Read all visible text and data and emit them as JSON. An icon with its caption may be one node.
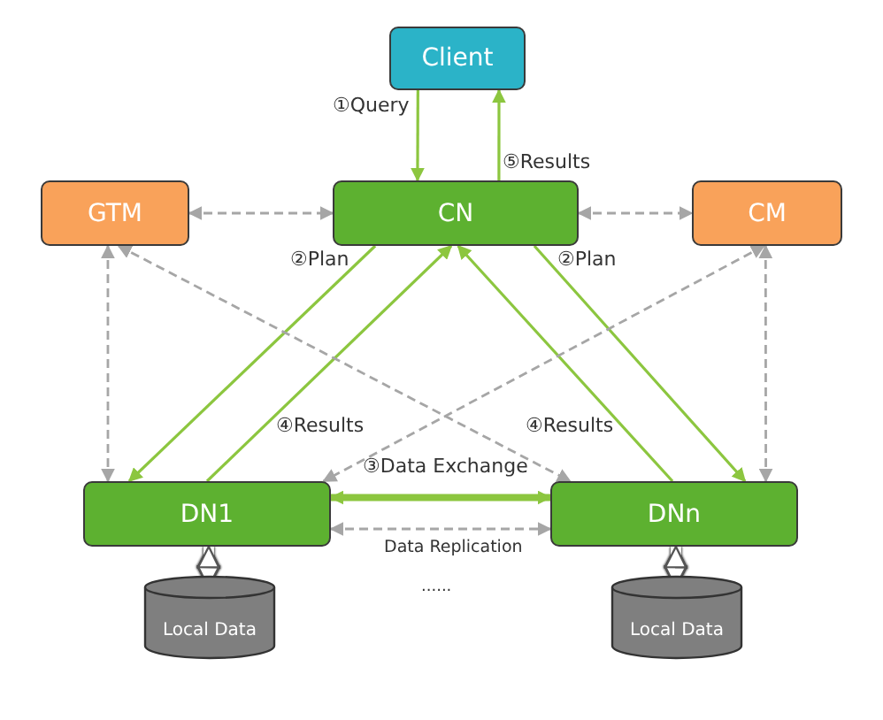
{
  "diagram": {
    "nodes": [
      {
        "text": [
          "Client"
        ]
      },
      {
        "text": [
          "GTM"
        ]
      },
      {
        "text": [
          "CN"
        ]
      },
      {
        "text": [
          "CM"
        ]
      },
      {
        "text": [
          "DN1"
        ]
      },
      {
        "text": [
          "DNn"
        ]
      },
      {
        "text": [
          "Local Data"
        ]
      },
      {
        "text": [
          "Local Data"
        ]
      }
    ],
    "edges": [
      {
        "from": 0,
        "to": 2,
        "arrow": "to",
        "label": "①Query",
        "color": "#8cc63f"
      },
      {
        "from": 2,
        "to": 0,
        "arrow": "to",
        "label": "⑤Results",
        "color": "#8cc63f"
      },
      {
        "from": 1,
        "to": 2,
        "arrow": "both",
        "style": "dashed",
        "color": "#a6a6a6"
      },
      {
        "from": 2,
        "to": 3,
        "arrow": "both",
        "style": "dashed",
        "color": "#a6a6a6"
      },
      {
        "from": 2,
        "to": 4,
        "arrow": "to",
        "label": "②Plan",
        "color": "#8cc63f"
      },
      {
        "from": 4,
        "to": 2,
        "arrow": "to",
        "label": "④Results",
        "color": "#8cc63f"
      },
      {
        "from": 2,
        "to": 5,
        "arrow": "to",
        "label": "②Plan",
        "color": "#8cc63f"
      },
      {
        "from": 5,
        "to": 2,
        "arrow": "to",
        "label": "④Results",
        "color": "#8cc63f"
      },
      {
        "from": 1,
        "to": 4,
        "arrow": "both",
        "style": "dashed",
        "color": "#a6a6a6"
      },
      {
        "from": 1,
        "to": 5,
        "arrow": "both",
        "style": "dashed",
        "color": "#a6a6a6"
      },
      {
        "from": 3,
        "to": 4,
        "arrow": "both",
        "style": "dashed",
        "color": "#a6a6a6"
      },
      {
        "from": 3,
        "to": 5,
        "arrow": "both",
        "style": "dashed",
        "color": "#a6a6a6"
      },
      {
        "from": 4,
        "to": 5,
        "arrow": "both",
        "label": "③Data Exchange",
        "style": "thick",
        "color": "#8cc63f"
      },
      {
        "from": 4,
        "to": 5,
        "arrow": "both",
        "label": "Data Replication",
        "style": "dashed",
        "color": "#a6a6a6"
      },
      {
        "from": 6,
        "to": 4,
        "arrow": "both",
        "style": "thick",
        "color": "#ffffff"
      },
      {
        "from": 7,
        "to": 5,
        "arrow": "both",
        "style": "thick",
        "color": "#ffffff"
      }
    ],
    "labels": [
      "......"
    ]
  }
}
